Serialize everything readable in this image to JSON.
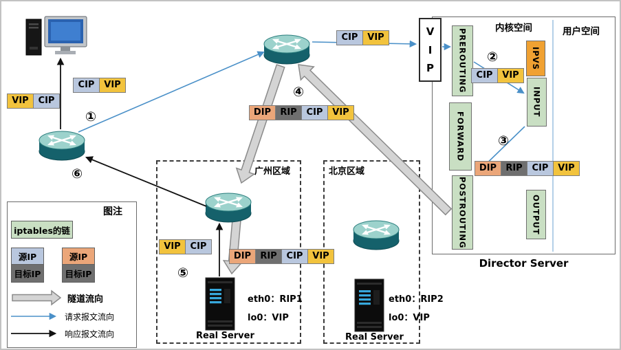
{
  "fields": {
    "vip": "VIP",
    "cip": "CIP",
    "dip": "DIP",
    "rip": "RIP"
  },
  "colors": {
    "vip": "#f2c33d",
    "cip": "#b9c7de",
    "dip": "#eba679",
    "rip": "#6f6f6f",
    "chain": "#c9dfc3",
    "ipvs": "#f0a132",
    "request": "#4a90c8",
    "response": "#111111",
    "tunnel_fill": "#d4d4d4",
    "tunnel_stroke": "#8a8a8a"
  },
  "steps": {
    "n1": "①",
    "n2": "②",
    "n3": "③",
    "n4": "④",
    "n5": "⑤",
    "n6": "⑥"
  },
  "director": {
    "title": "Director Server",
    "kernel_space_label": "内核空间",
    "user_space_label": "用户空间",
    "vip_letters": [
      "V",
      "I",
      "P"
    ],
    "chains": {
      "prerouting": "PREROUTING",
      "input": "INPUT",
      "forward": "FORWARD",
      "postrouting": "POSTROUTING",
      "output": "OUTPUT",
      "ipvs": "IPVS"
    }
  },
  "regions": {
    "guangzhou": "广州区域",
    "beijing": "北京区域"
  },
  "servers": {
    "guangzhou": {
      "nic1": "eth0：RIP1",
      "nic2": "lo0：VIP",
      "caption": "Real Server"
    },
    "beijing": {
      "nic1": "eth0：RIP2",
      "nic2": "lo0：VIP",
      "caption": "Real Server"
    }
  },
  "legend": {
    "title": "图注",
    "iptables_chain": "iptables的链",
    "source_ip": "源IP",
    "target_ip": "目标IP",
    "tunnel_flow": "隧道流向",
    "request_flow": "请求报文流向",
    "response_flow": "响应报文流向"
  }
}
